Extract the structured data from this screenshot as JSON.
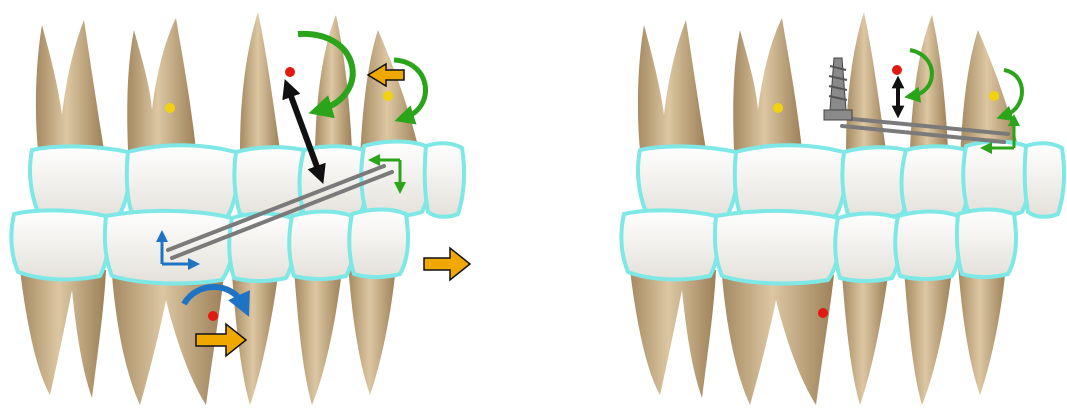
{
  "figure": {
    "panels": [
      {
        "id": "left",
        "teeth": [
          "molar",
          "molar",
          "premolar",
          "premolar"
        ]
      },
      {
        "id": "right",
        "teeth": [
          "molar",
          "molar",
          "premolar",
          "premolar"
        ],
        "has_mini_screw": true
      }
    ]
  },
  "colors": {
    "background": "#ffffff",
    "root": "#cdb48d",
    "root_shade": "#a58a62",
    "crown": "#f3f1ec",
    "crown_outline": "#7de8e6",
    "elastic": "#7a7a7a",
    "force_black": "#111111",
    "moment_green": "#2aa51a",
    "moment_blue": "#1f73c4",
    "translation_orange": "#f0a800",
    "center_of_resistance": "#e01a10",
    "center_yellow": "#f2d20f",
    "screw": "#8a8a8a"
  },
  "icons": [
    "clockwise-moment-arrow",
    "counterclockwise-moment-arrow",
    "translation-arrow",
    "double-headed-force-arrow",
    "center-of-resistance-dot",
    "mini-screw"
  ]
}
